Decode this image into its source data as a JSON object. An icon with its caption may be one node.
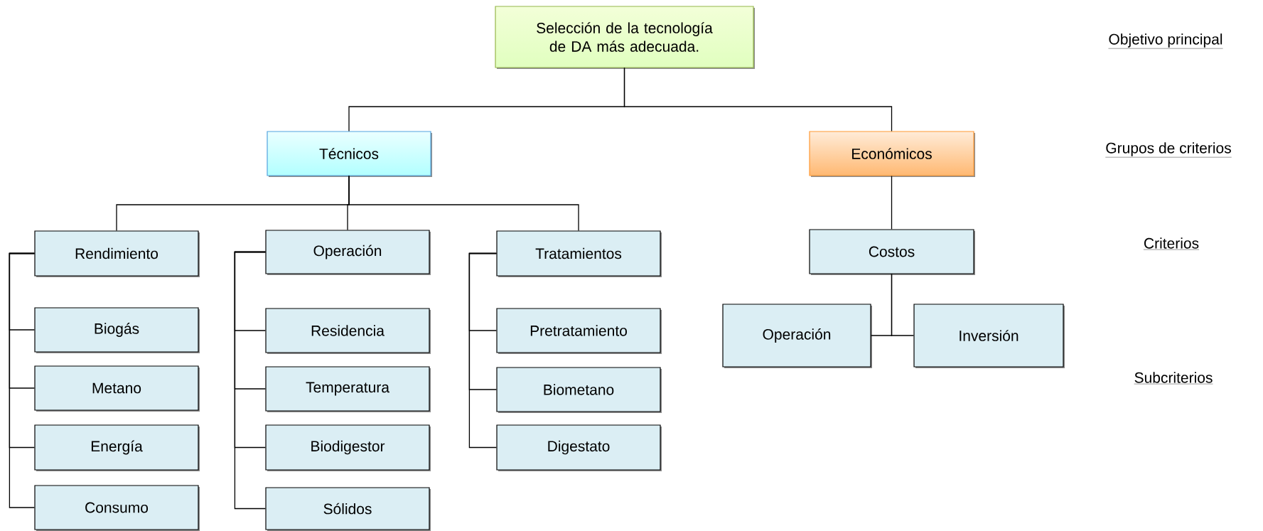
{
  "diagram": {
    "nodes": [
      {
        "text": [
          "Selección de la tecnología de DA más adecuada."
        ]
      },
      {
        "text": [
          "Técnicos"
        ]
      },
      {
        "text": [
          "Económicos"
        ]
      },
      {
        "text": [
          "Rendimiento"
        ]
      },
      {
        "text": [
          "Biogás"
        ]
      },
      {
        "text": [
          "Metano"
        ]
      },
      {
        "text": [
          "Energía"
        ]
      },
      {
        "text": [
          "Consumo"
        ]
      },
      {
        "text": [
          "Operación"
        ]
      },
      {
        "text": [
          "Residencia"
        ]
      },
      {
        "text": [
          "Temperatura"
        ]
      },
      {
        "text": [
          "Biodigestor"
        ]
      },
      {
        "text": [
          "Sólidos"
        ]
      },
      {
        "text": [
          "Tratamientos"
        ]
      },
      {
        "text": [
          "Pretratamiento"
        ]
      },
      {
        "text": [
          "Biometano"
        ]
      },
      {
        "text": [
          "Digestato"
        ]
      },
      {
        "text": [
          "Costos"
        ]
      },
      {
        "text": [
          "Operación"
        ]
      },
      {
        "text": [
          "Inversión"
        ]
      }
    ],
    "edges": [
      {
        "from": 0,
        "to": 1,
        "arrow": "none"
      },
      {
        "from": 0,
        "to": 2,
        "arrow": "none"
      },
      {
        "from": 1,
        "to": 3,
        "arrow": "none"
      },
      {
        "from": 1,
        "to": 8,
        "arrow": "none"
      },
      {
        "from": 1,
        "to": 13,
        "arrow": "none"
      },
      {
        "from": 3,
        "to": 4,
        "arrow": "none"
      },
      {
        "from": 3,
        "to": 5,
        "arrow": "none"
      },
      {
        "from": 3,
        "to": 6,
        "arrow": "none"
      },
      {
        "from": 3,
        "to": 7,
        "arrow": "none"
      },
      {
        "from": 8,
        "to": 9,
        "arrow": "none"
      },
      {
        "from": 8,
        "to": 10,
        "arrow": "none"
      },
      {
        "from": 8,
        "to": 11,
        "arrow": "none"
      },
      {
        "from": 8,
        "to": 12,
        "arrow": "none"
      },
      {
        "from": 13,
        "to": 14,
        "arrow": "none"
      },
      {
        "from": 13,
        "to": 15,
        "arrow": "none"
      },
      {
        "from": 13,
        "to": 16,
        "arrow": "none"
      },
      {
        "from": 2,
        "to": 17,
        "arrow": "none"
      },
      {
        "from": 17,
        "to": 18,
        "arrow": "none"
      },
      {
        "from": 17,
        "to": 19,
        "arrow": "none"
      }
    ],
    "labels": [
      "Objetivo principal",
      "Grupos de criterios",
      "Criterios",
      "Subcriterios"
    ]
  }
}
